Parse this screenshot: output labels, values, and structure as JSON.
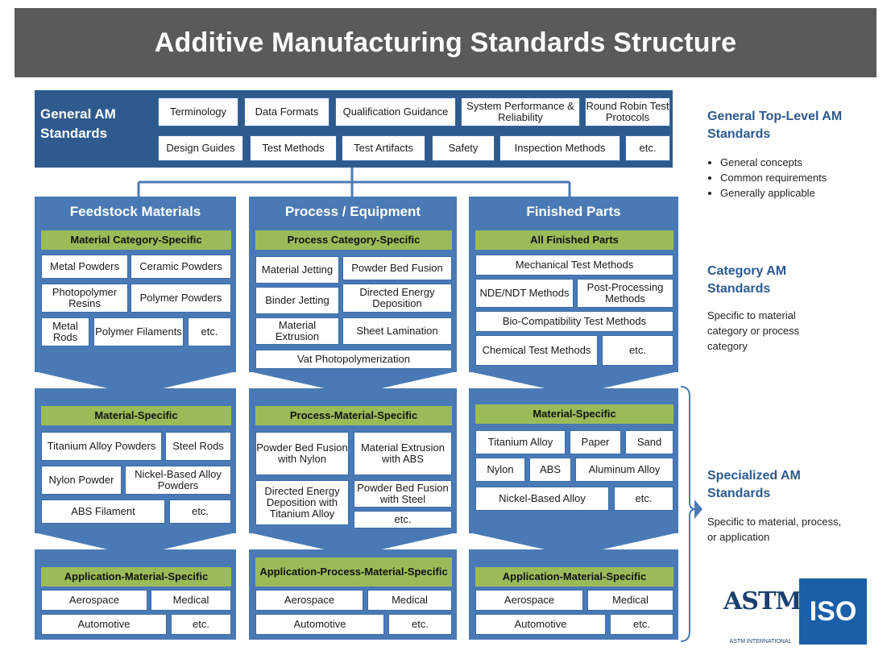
{
  "title": "Additive Manufacturing Standards Structure",
  "general": {
    "label": "General AM Standards",
    "row1": [
      "Terminology",
      "Data Formats",
      "Qualification Guidance",
      "System Performance & Reliability",
      "Round Robin Test Protocols"
    ],
    "row2": [
      "Design Guides",
      "Test Methods",
      "Test Artifacts",
      "Safety",
      "Inspection Methods",
      "etc."
    ]
  },
  "columns": {
    "feedstock": {
      "header": "Feedstock Materials",
      "category_title": "Material Category-Specific",
      "category_items": [
        "Metal Powders",
        "Ceramic Powders",
        "Photopolymer Resins",
        "Polymer Powders",
        "Metal Rods",
        "Polymer Filaments",
        "etc."
      ],
      "specialized_title": "Material-Specific",
      "specialized_items": [
        "Titanium Alloy Powders",
        "Steel Rods",
        "Nylon Powder",
        "Nickel-Based Alloy Powders",
        "ABS Filament",
        "etc."
      ],
      "application_title": "Application-Material-Specific",
      "application_items": [
        "Aerospace",
        "Medical",
        "Automotive",
        "etc."
      ]
    },
    "process": {
      "header": "Process / Equipment",
      "category_title": "Process Category-Specific",
      "category_items": [
        "Material Jetting",
        "Powder Bed Fusion",
        "Binder Jetting",
        "Directed Energy Deposition",
        "Material Extrusion",
        "Sheet Lamination",
        "Vat Photopolymerization"
      ],
      "specialized_title": "Process-Material-Specific",
      "specialized_items": [
        "Powder Bed Fusion with Nylon",
        "Material Extrusion with ABS",
        "Directed Energy Deposition with Titanium Alloy",
        "Powder Bed Fusion with Steel",
        "etc."
      ],
      "application_title": "Application-Process-Material-Specific",
      "application_items": [
        "Aerospace",
        "Medical",
        "Automotive",
        "etc."
      ]
    },
    "finished": {
      "header": "Finished Parts",
      "category_title": "All Finished Parts",
      "category_items": [
        "Mechanical Test Methods",
        "NDE/NDT Methods",
        "Post-Processing Methods",
        "Bio-Compatibility Test Methods",
        "Chemical Test Methods",
        "etc."
      ],
      "specialized_title": "Material-Specific",
      "specialized_items": [
        "Titanium Alloy",
        "Paper",
        "Sand",
        "Nylon",
        "ABS",
        "Aluminum Alloy",
        "Nickel-Based Alloy",
        "etc."
      ],
      "application_title": "Application-Material-Specific",
      "application_items": [
        "Aerospace",
        "Medical",
        "Automotive",
        "etc."
      ]
    }
  },
  "sidebar": {
    "top_title": "General Top-Level AM Standards",
    "top_bullets": [
      "General concepts",
      "Common requirements",
      "Generally applicable"
    ],
    "category_title": "Category AM Standards",
    "category_desc": "Specific to material category or process category",
    "specialized_title": "Specialized AM Standards",
    "specialized_desc": "Specific to material, process, or application"
  },
  "logos": {
    "astm": "ASTM",
    "astm_sub": "ASTM INTERNATIONAL",
    "iso": "ISO"
  },
  "colors": {
    "panel": "#4a7ab5",
    "panel_dark": "#2e5a8e",
    "green": "#9bbb59",
    "title_bar": "#5a5a5a"
  }
}
